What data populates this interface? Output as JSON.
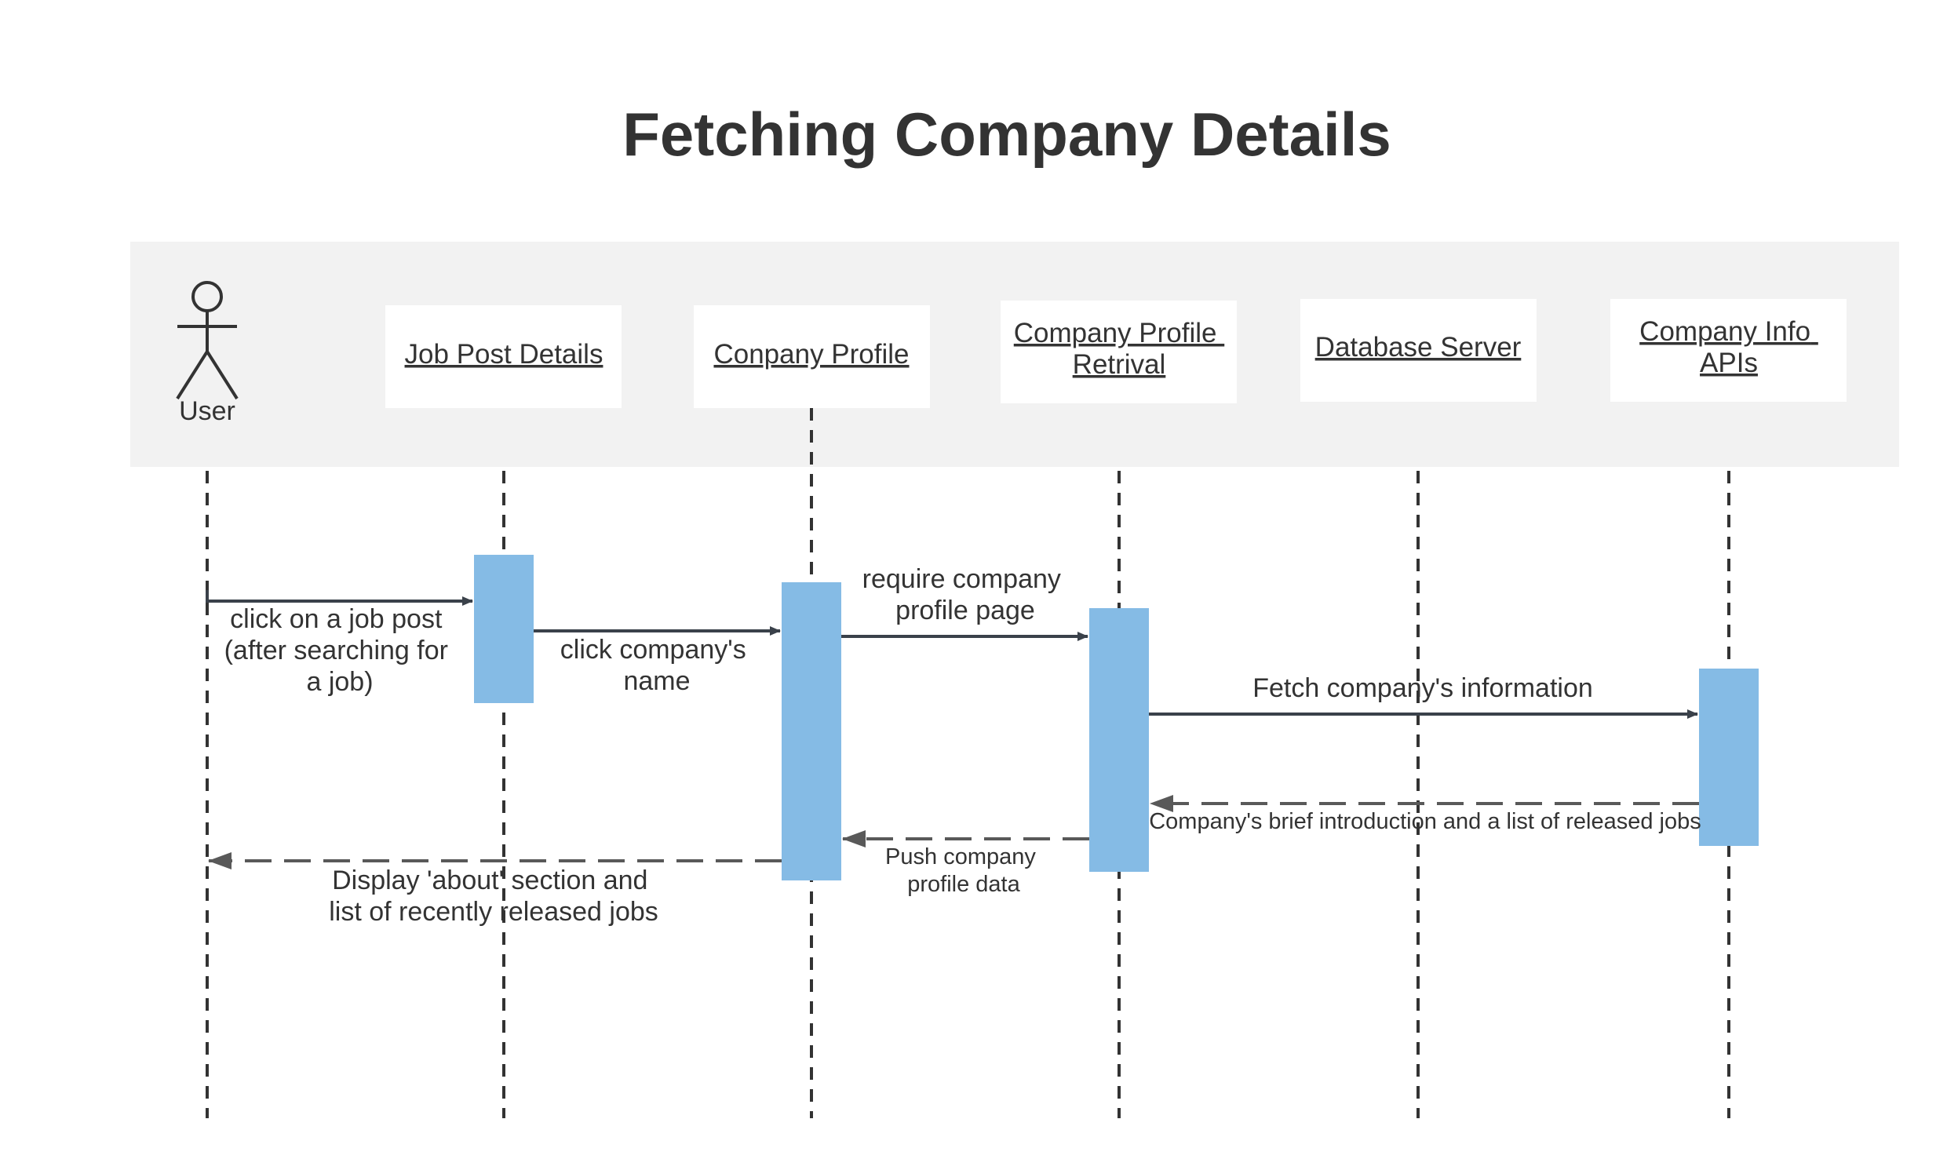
{
  "title": "Fetching Company Details",
  "actors": [
    {
      "id": "user",
      "label": "User"
    },
    {
      "id": "job-post-details",
      "label": "Job Post Details"
    },
    {
      "id": "company-profile",
      "label": "Conpany Profile"
    },
    {
      "id": "company-profile-retrieval",
      "lines": [
        "Company Profile",
        "Retrival"
      ]
    },
    {
      "id": "database-server",
      "label": "Database Server"
    },
    {
      "id": "company-info-apis",
      "lines": [
        "Company Info",
        "APIs"
      ]
    }
  ],
  "messages": [
    {
      "id": "click-job-post",
      "from": "User",
      "to": "Job Post Details",
      "style": "solid",
      "lines": [
        "click on a job post",
        "(after searching for",
        "a job)"
      ]
    },
    {
      "id": "click-company-name",
      "from": "Job Post Details",
      "to": "Conpany Profile",
      "style": "solid",
      "lines": [
        "click company's",
        "name"
      ]
    },
    {
      "id": "require-profile-page",
      "from": "Conpany Profile",
      "to": "Company Profile Retrival",
      "style": "solid",
      "lines": [
        "require company",
        "profile page"
      ]
    },
    {
      "id": "fetch-info",
      "from": "Company Profile Retrival",
      "to": "Company Info APIs",
      "style": "solid",
      "lines": [
        "Fetch company's information"
      ]
    },
    {
      "id": "return-info",
      "from": "Company Info APIs",
      "to": "Company Profile Retrival",
      "style": "dashed",
      "lines": [
        "Company's brief introduction and a list of released jobs"
      ]
    },
    {
      "id": "push-profile-data",
      "from": "Company Profile Retrival",
      "to": "Conpany Profile",
      "style": "dashed",
      "lines": [
        "Push company",
        "profile data"
      ]
    },
    {
      "id": "display-about",
      "from": "Conpany Profile",
      "to": "User",
      "style": "dashed",
      "lines": [
        "Display 'about' section and",
        "list of recently released jobs"
      ]
    }
  ],
  "colors": {
    "header_band": "#f2f2f2",
    "activation": "#85bbe5",
    "text": "#333333",
    "line": "#333333"
  }
}
